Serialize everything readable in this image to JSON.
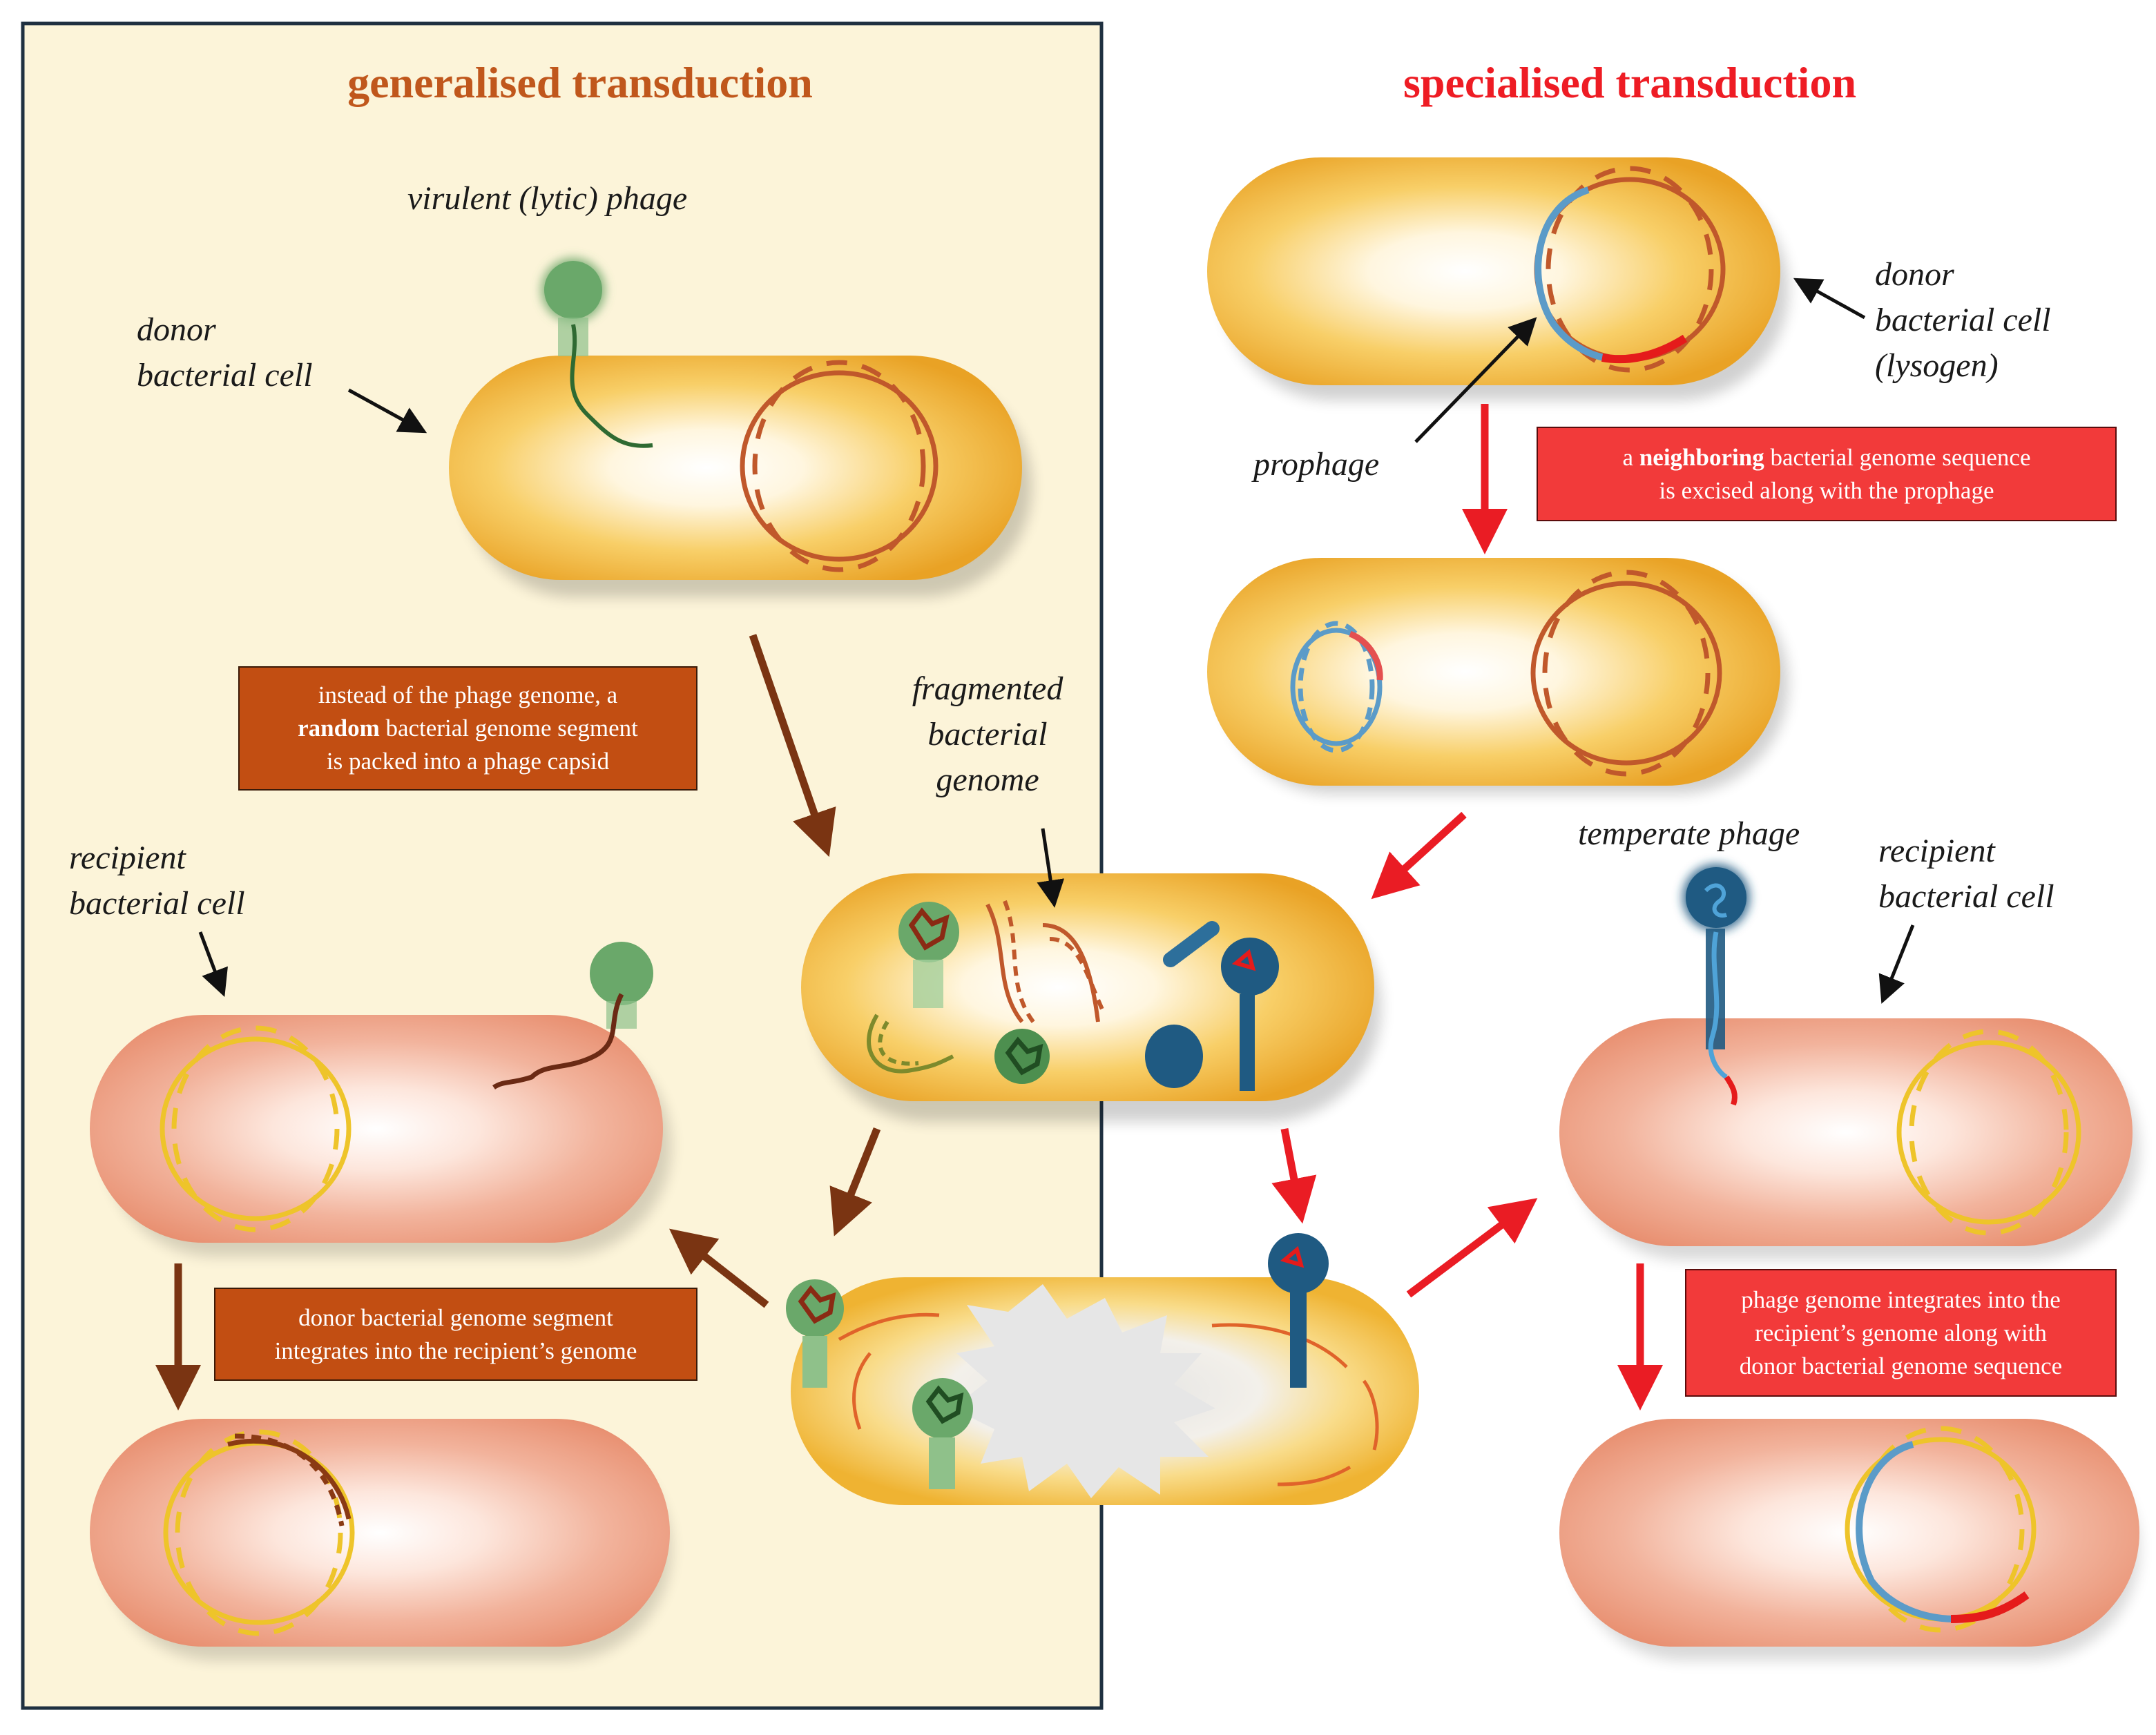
{
  "colors": {
    "panel_bg": "#fcf4d9",
    "panel_border": "#1f3040",
    "generalised_title": "#c0571c",
    "specialised_title": "#ee1c24",
    "brown_arrow": "#7a3412",
    "red_arrow": "#ea1c24",
    "brown_box": "#c24e12",
    "red_box": "#f23a3a",
    "donor_cell": "#f2b033",
    "recipient_cell": "#ee9f85",
    "host_dna": "#c0582b",
    "recipient_dna": "#eec42a",
    "prophage_dna": "#5b9bc8",
    "lytic_phage": "#5d9e5e",
    "temperate_phage": "#1f5a82"
  },
  "titles": {
    "generalised": "generalised transduction",
    "specialised": "specialised transduction"
  },
  "labels": {
    "virulent_phage": "virulent (lytic) phage",
    "donor_cell_line1": "donor",
    "donor_cell_line2": "bacterial cell",
    "recipient_left_line1": "recipient",
    "recipient_left_line2": "bacterial cell",
    "fragmented_line1": "fragmented",
    "fragmented_line2": "bacterial",
    "fragmented_line3": "genome",
    "lysogen_line1": "donor",
    "lysogen_line2": "bacterial cell",
    "lysogen_line3": "(lysogen)",
    "prophage": "prophage",
    "temperate_phage": "temperate phage",
    "recipient_right_line1": "recipient",
    "recipient_right_line2": "bacterial cell"
  },
  "boxes": {
    "random_segment": {
      "line1": "instead of the phage genome, a",
      "line2_bold": "random",
      "line2_rest": " bacterial genome segment",
      "line3": "is packed into a phage capsid"
    },
    "donor_integrates": {
      "line1": "donor bacterial genome segment",
      "line2": "integrates into the recipient’s genome"
    },
    "neighboring": {
      "line1_pre": "a ",
      "line1_bold": "neighboring",
      "line1_rest": " bacterial genome sequence",
      "line2": "is excised along with the prophage"
    },
    "phage_integrates": {
      "line1": "phage genome integrates into the",
      "line2": "recipient’s genome along with",
      "line3": "donor bacterial genome sequence"
    }
  }
}
